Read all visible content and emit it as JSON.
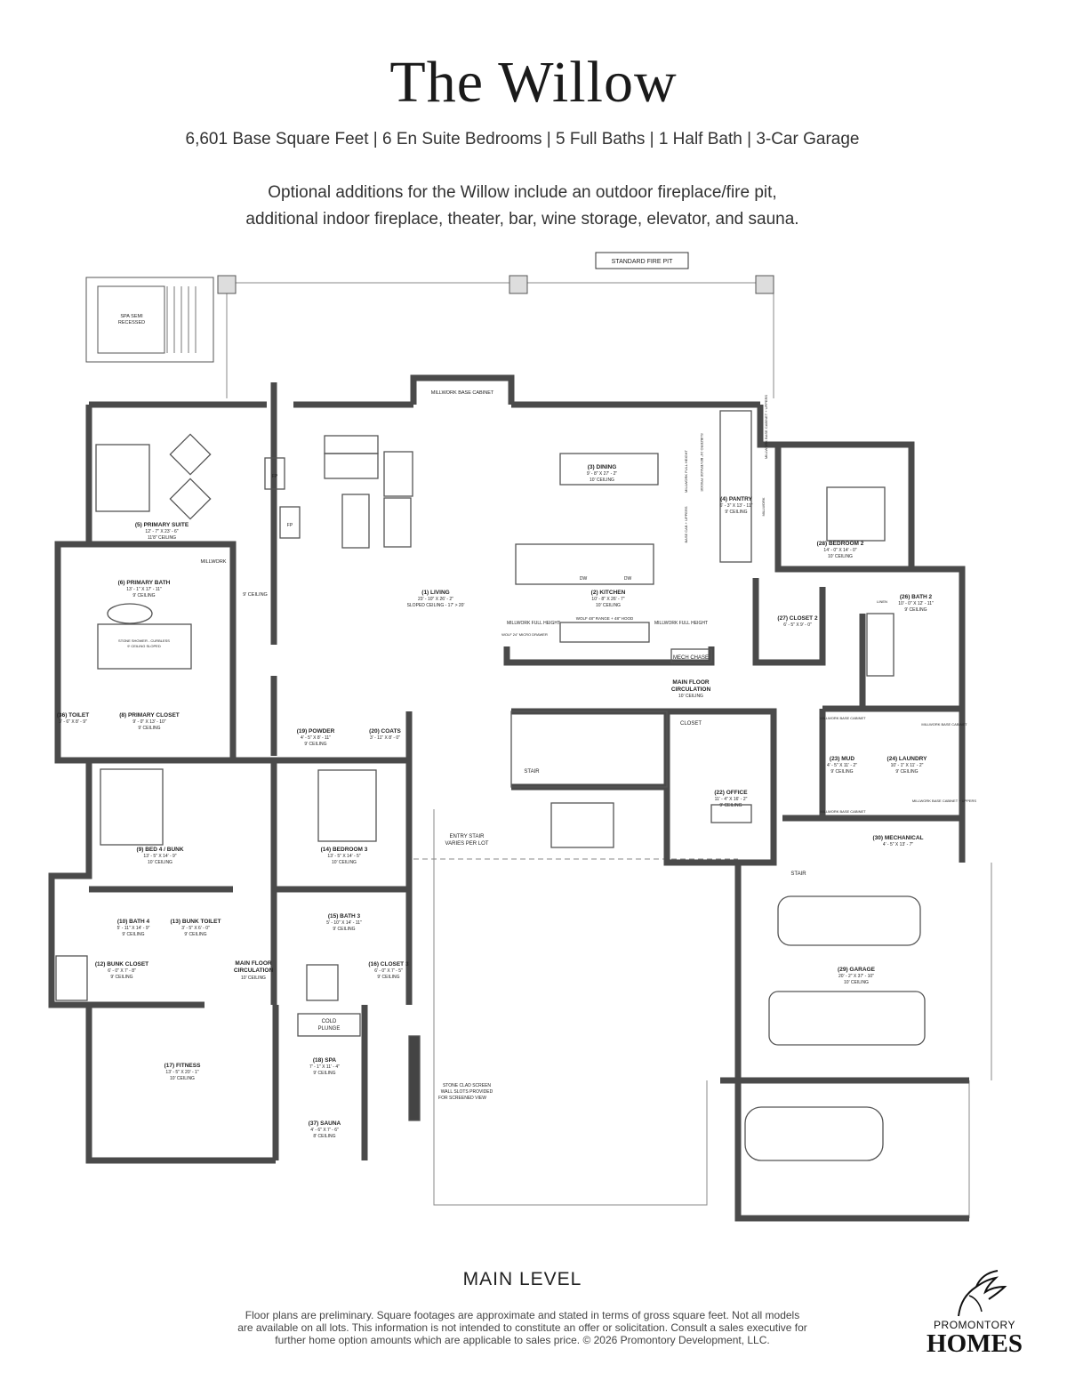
{
  "header": {
    "title": "The Willow",
    "specs": "6,601 Base Square Feet  |  6 En Suite Bedrooms  |  5 Full Baths  |  1 Half Bath  |  3-Car Garage",
    "optional_line1": "Optional additions for the Willow include an outdoor fireplace/fire pit,",
    "optional_line2": "additional indoor fireplace, theater, bar, wine storage, elevator, and sauna."
  },
  "plan": {
    "rooms": {
      "primary_suite": {
        "name": "(5) PRIMARY SUITE",
        "dim": "12' - 7\" X 23' - 6\"",
        "ceil": "11'8\" CEILING"
      },
      "primary_bath": {
        "name": "(6) PRIMARY BATH",
        "dim": "13' - 1\" X 17' - 11\"",
        "ceil": "9' CEILING"
      },
      "toilet": {
        "name": "(36) TOILET",
        "dim": "3' - 6\" X 8' - 9\""
      },
      "primary_closet": {
        "name": "(8) PRIMARY CLOSET",
        "dim": "9' - 0\" X 13' - 10\"",
        "ceil": "9' CEILING"
      },
      "living": {
        "name": "(1) LIVING",
        "dim": "23' - 10\" X 26' - 2\"",
        "ceil": "SLOPED CEILING - 17' > 20'"
      },
      "dining": {
        "name": "(3) DINING",
        "dim": "9' - 8\" X 27' - 2\"",
        "ceil": "10' CEILING"
      },
      "kitchen": {
        "name": "(2) KITCHEN",
        "dim": "10' - 8\" X 26' - 7\"",
        "ceil": "10' CEILING"
      },
      "pantry": {
        "name": "(4) PANTRY",
        "dim": "6' - 3\" X 13' - 11\"",
        "ceil": "9' CEILING"
      },
      "bedroom2": {
        "name": "(28) BEDROOM 2",
        "dim": "14' - 0\" X 14' - 0\"",
        "ceil": "10' CEILING"
      },
      "closet2": {
        "name": "(27) CLOSET 2",
        "dim": "6' - 5\" X 9' - 0\""
      },
      "bath2": {
        "name": "(26) BATH 2",
        "dim": "10' - 0\" X 12' - 11\"",
        "ceil": "9' CEILING"
      },
      "main_circ": {
        "name": "MAIN FLOOR",
        "name2": "CIRCULATION",
        "ceil": "10' CEILING"
      },
      "powder": {
        "name": "(19) POWDER",
        "dim": "4' - 5\" X 8' - 11\"",
        "ceil": "9' CEILING"
      },
      "coats": {
        "name": "(20) COATS",
        "dim": "3' - 11\" X 8' - 0\""
      },
      "mud": {
        "name": "(23) MUD",
        "dim": "4' - 5\" X 11' - 2\"",
        "ceil": "9' CEILING"
      },
      "laundry": {
        "name": "(24) LAUNDRY",
        "dim": "10' - 1\" X 11' - 2\"",
        "ceil": "9' CEILING"
      },
      "office": {
        "name": "(22) OFFICE",
        "dim": "11' - 4\" X 16' - 2\"",
        "ceil": "9' CEILING"
      },
      "bed4": {
        "name": "(9) BED 4 / BUNK",
        "dim": "13' - 5\" X 14' - 9\"",
        "ceil": "10' CEILING"
      },
      "bedroom3": {
        "name": "(14) BEDROOM 3",
        "dim": "13' - 5\" X 14' - 5\"",
        "ceil": "10' CEILING"
      },
      "mechanical": {
        "name": "(30) MECHANICAL",
        "dim": "4' - 5\" X 13' - 7\""
      },
      "bath4": {
        "name": "(10) BATH 4",
        "dim": "5' - 11\" X 14' - 9\"",
        "ceil": "9' CEILING"
      },
      "bunk_toilet": {
        "name": "(13) BUNK TOILET",
        "dim": "3' - 5\" X 6' - 0\"",
        "ceil": "9' CEILING"
      },
      "bath3": {
        "name": "(15) BATH 3",
        "dim": "5' - 10\" X 14' - 11\"",
        "ceil": "9' CEILING"
      },
      "bunk_closet": {
        "name": "(12) BUNK CLOSET",
        "dim": "6' - 0\" X 7' - 8\"",
        "ceil": "9' CEILING"
      },
      "closet3": {
        "name": "(16) CLOSET 3",
        "dim": "6' - 0\" X 7' - 5\"",
        "ceil": "9' CEILING"
      },
      "main_circ2": {
        "name": "MAIN FLOOR",
        "name2": "CIRCULATION",
        "ceil": "10' CEILING"
      },
      "garage": {
        "name": "(29) GARAGE",
        "dim": "20' - 2\" X 37' - 10\"",
        "ceil": "10' CEILING"
      },
      "fitness": {
        "name": "(17) FITNESS",
        "dim": "13' - 5\" X 20' - 1\"",
        "ceil": "10' CEILING"
      },
      "spa": {
        "name": "(18) SPA",
        "dim": "7' - 1\" X 11' - 4\"",
        "ceil": "9' CEILING"
      },
      "sauna": {
        "name": "(37) SAUNA",
        "dim": "4' - 6\" X 7' - 6\"",
        "ceil": "8' CEILING"
      }
    },
    "labels": {
      "fire_pit": "STANDARD FIRE PIT",
      "spa_line1": "SPA SEMI",
      "spa_line2": "RECESSED",
      "millwork_base": "MILLWORK BASE CABINET",
      "millwork": "MILLWORK",
      "ceiling_9": "9' CEILING",
      "millwork_full_l": "MILLWORK FULL HEIGHT",
      "millwork_full_r": "MILLWORK FULL HEIGHT",
      "wolf_range": "WOLF 48\" RANGE + 48\" HOOD",
      "wolf_micro": "WOLF 24\" MICRO DRAWER",
      "mech_chase": "MECH CHASE",
      "stair": "STAIR",
      "closet": "CLOSET",
      "entry_line1": "ENTRY STAIR",
      "entry_line2": "VARIES PER LOT",
      "garage_stair": "STAIR",
      "cold_line1": "COLD",
      "cold_line2": "PLUNGE",
      "stone_line1": "STONE CLAD SCREEN",
      "stone_line2": "WALL SLOTS PROVIDED",
      "stone_line3": "FOR SCREENED VIEW",
      "stone_shower_line1": "STONE SHOWER - CURBLESS",
      "stone_shower_line2": "9' CEILING SLOPED",
      "linen": "LINEN",
      "fp": "FP",
      "dw": "DW",
      "millwork_base_upper": "MILLWORK BASE CABINET + UPPERS",
      "subzero": "SUBZERO 24\" BEVERAGE FRIDGE",
      "wolf_micro2": "WOLF 24\" MICRO DRAWER",
      "base_cab": "BASE CAB + UPPERS",
      "millwork_full": "MILLWORK FULL HEIGHT",
      "mud_base1": "MILLWORK BASE CABINET",
      "mud_base2": "MILLWORK BASE CABINET",
      "laundry_base": "MILLWORK BASE CABINET",
      "laundry_base2": "MILLWORK BASE CABINET + UPPERS"
    }
  },
  "footer": {
    "level": "MAIN LEVEL",
    "disclaimer1": "Floor plans are preliminary. Square footages are approximate and stated in terms of gross square feet. Not all models",
    "disclaimer2": "are available on all lots. This information is not intended to constitute an offer or solicitation. Consult a sales executive for",
    "disclaimer3": "further home option amounts which are applicable to sales price. © 2026 Promontory Development, LLC.",
    "logo_small": "PROMONTORY",
    "logo_big": "HOMES"
  }
}
